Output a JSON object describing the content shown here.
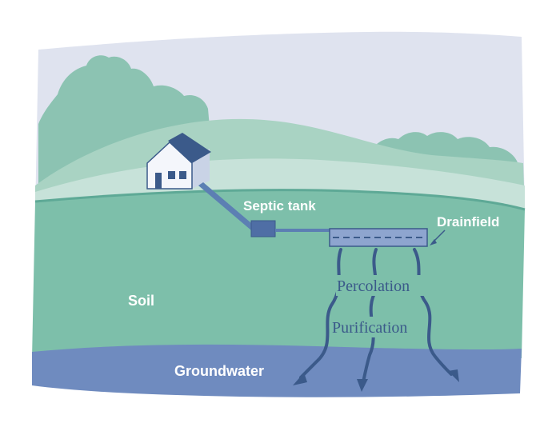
{
  "labels": {
    "septic_tank": "Septic tank",
    "drainfield": "Drainfield",
    "soil": "Soil",
    "percolation": "Percolation",
    "purification": "Purification",
    "groundwater": "Groundwater"
  },
  "colors": {
    "sky": "#dfe3ef",
    "far_trees": "#8cc3b2",
    "far_hill": "#a9d3c3",
    "mid_hill": "#c7e2d9",
    "soil": "#7dbfaa",
    "horizon_line": "#5ea996",
    "groundwater": "#6f8bbf",
    "house_wall": "#f4f6fb",
    "house_roof": "#3b5a8a",
    "pipe": "#5c7fb3",
    "tank": "#4f6ea5",
    "flow_arrows": "#3b5a8a",
    "label_text": "#ffffff",
    "process_text": "#3b5a8a"
  }
}
